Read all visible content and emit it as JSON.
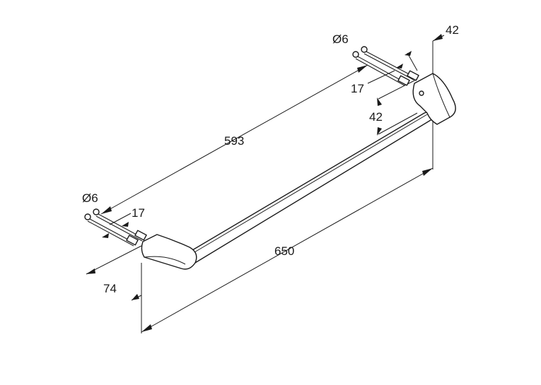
{
  "dimensions": {
    "hole_diameter_right": "Ø6",
    "hole_diameter_left": "Ø6",
    "projection_top": "42",
    "screw_depth_right": "17",
    "bracket_width_right": "42",
    "hole_spacing": "593",
    "screw_depth_left": "17",
    "overall_length": "650",
    "depth_left": "74"
  },
  "colors": {
    "line": "#1a1a1a",
    "background": "#ffffff"
  }
}
